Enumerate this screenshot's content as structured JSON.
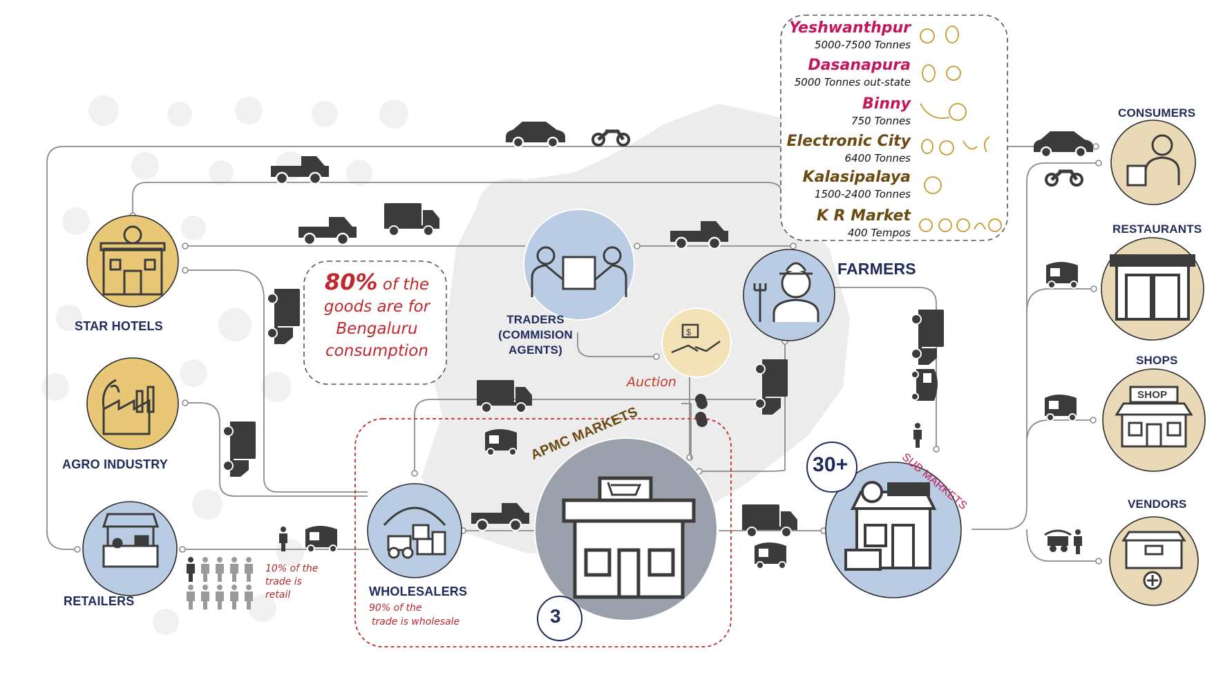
{
  "nodes": {
    "star_hotels": "STAR HOTELS",
    "agro_industry": "AGRO INDUSTRY",
    "retailers": "RETAILERS",
    "traders_line1": "TRADERS",
    "traders_line2": "(COMMISION",
    "traders_line3": "AGENTS)",
    "farmers": "FARMERS",
    "wholesalers": "WHOLESALERS",
    "apmc_markets": "APMC MARKETS",
    "apmc_count": "3",
    "sub_markets": "SUB MARKETS",
    "sub_markets_count": "30+",
    "consumers": "CONSUMERS",
    "restaurants": "RESTAURANTS",
    "shops": "SHOPS",
    "vendors": "VENDORS",
    "shop_sign": "SHOP"
  },
  "notes": {
    "auction": "Auction",
    "share_line1_pct": "80%",
    "share_line1_rest": " of the",
    "share_line2": "goods are for",
    "share_line3": "Bengaluru",
    "share_line4": "consumption",
    "retail_line1": "10% of the",
    "retail_line2": "trade is",
    "retail_line3": "retail",
    "wholesale_line1": "90% of the",
    "wholesale_line2": "trade is wholesale"
  },
  "markets": [
    {
      "name": "Yeshwanthpur",
      "qty": "5000-7500 Tonnes",
      "color": "#c2185b"
    },
    {
      "name": "Dasanapura",
      "qty": "5000 Tonnes out-state",
      "color": "#c2185b"
    },
    {
      "name": "Binny",
      "qty": "750 Tonnes",
      "color": "#c2185b"
    },
    {
      "name": "Electronic City",
      "qty": "6400 Tonnes",
      "color": "#6b4a12"
    },
    {
      "name": "Kalasipalaya",
      "qty": "1500-2400 Tonnes",
      "color": "#6b4a12"
    },
    {
      "name": "K R Market",
      "qty": "400 Tempos",
      "color": "#6b4a12"
    }
  ],
  "colors": {
    "yellow_node": "#e8c777",
    "blue_node": "#b9cce3",
    "grey_node": "#9aa1ad",
    "line": "#8a8a8a",
    "icon": "#3b3b3b",
    "label": "#1f2a5a",
    "accent_red": "#c0282d"
  },
  "icons": {
    "star_hotels": "hotel-building-icon",
    "agro_industry": "factory-icon",
    "retailers": "market-stall-icon",
    "traders": "handshake-icon",
    "auction": "money-exchange-icon",
    "farmers": "farmer-icon",
    "wholesalers": "warehouse-icon",
    "apmc": "market-building-icon",
    "sub_markets": "store-icon",
    "consumers": "shopper-icon",
    "restaurants": "restaurant-front-icon",
    "shops": "shop-icon",
    "vendors": "food-cart-icon"
  }
}
